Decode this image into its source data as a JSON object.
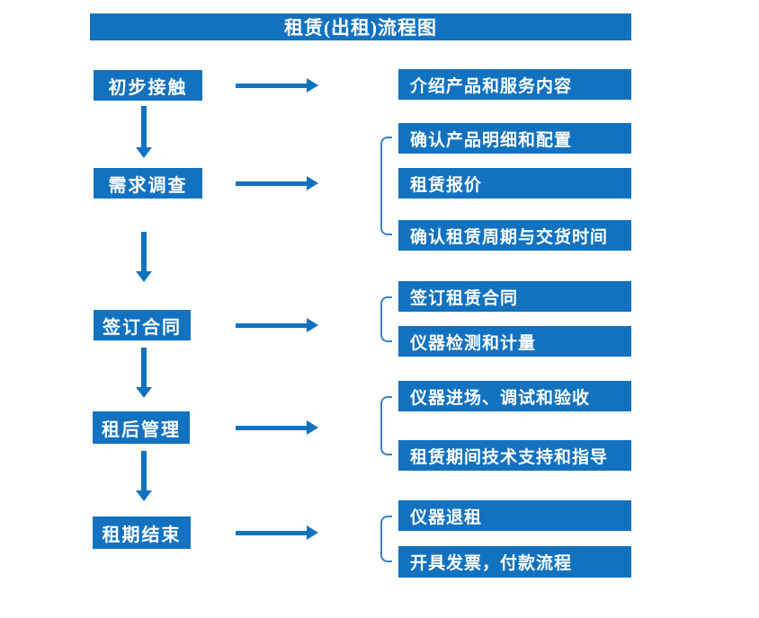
{
  "title": "租赁(出租)流程图",
  "colors": {
    "accent": "#1272c0",
    "bracket": "#3a82c4",
    "box_text": "#ffffff",
    "background": "#ffffff"
  },
  "icons": {
    "right_arrow": "arrow-right-icon",
    "down_arrow": "arrow-down-icon"
  },
  "steps": [
    {
      "label": "初步接触",
      "details": [
        "介绍产品和服务内容"
      ]
    },
    {
      "label": "需求调查",
      "details": [
        "确认产品明细和配置",
        "租赁报价",
        "确认租赁周期与交货时间"
      ]
    },
    {
      "label": "签订合同",
      "details": [
        "签订租赁合同",
        "仪器检测和计量"
      ]
    },
    {
      "label": "租后管理",
      "details": [
        "仪器进场、调试和验收",
        "租赁期间技术支持和指导"
      ]
    },
    {
      "label": "租期结束",
      "details": [
        "仪器退租",
        "开具发票，付款流程"
      ]
    }
  ]
}
